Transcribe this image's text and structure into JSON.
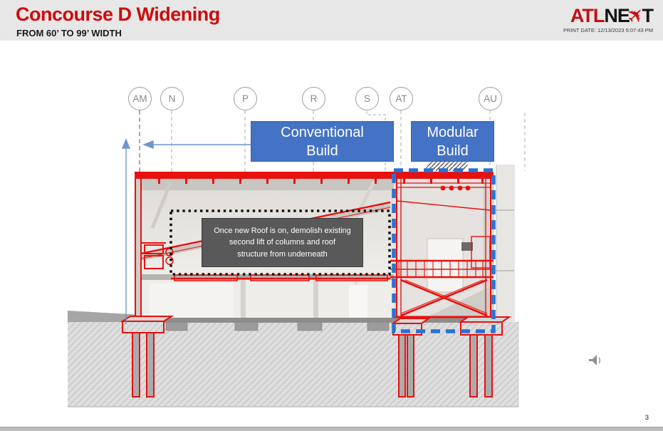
{
  "header": {
    "title": "Concourse D Widening",
    "subtitle": "FROM 60’ TO 99’ WIDTH",
    "print_date": "PRINT DATE: 12/13/2023 5:07:43 PM",
    "logo": {
      "part1": "ATL",
      "part2": "NE",
      "plane_glyph": "✈",
      "part3": "T"
    }
  },
  "diagram": {
    "grid_bubbles": [
      {
        "label": "AM"
      },
      {
        "label": "N"
      },
      {
        "label": "P"
      },
      {
        "label": "R"
      },
      {
        "label": "S"
      },
      {
        "label": "AT"
      },
      {
        "label": "AU"
      }
    ],
    "build_zones": {
      "conventional": "Conventional\nBuild",
      "modular": "Modular\nBuild"
    },
    "annotation": {
      "text": "Once new Roof is on, demolish existing\nsecond lift of columns and roof\nstructure from underneath"
    },
    "colors": {
      "zone_fill": "#4472c4",
      "modular_outline": "#2a72d4",
      "annotation_red": "#e8110e",
      "callout_bg": "#595959"
    }
  },
  "footer": {
    "page_number": "3"
  }
}
